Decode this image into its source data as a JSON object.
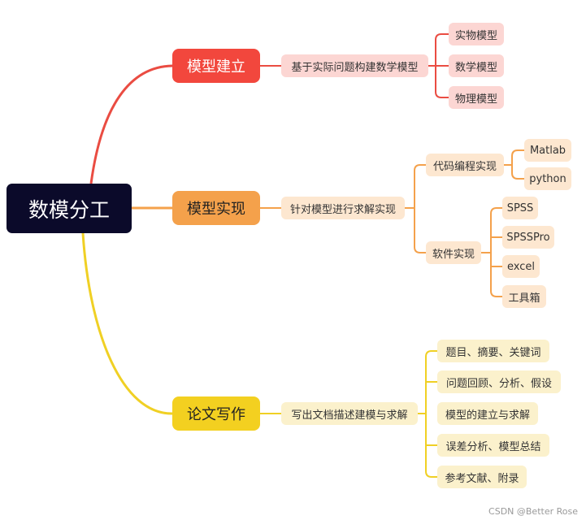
{
  "root": {
    "label": "数模分工"
  },
  "branches": [
    {
      "label": "模型建立",
      "detail": "基于实际问题构建数学模型",
      "children": [
        "实物模型",
        "数学模型",
        "物理模型"
      ]
    },
    {
      "label": "模型实现",
      "detail": "针对模型进行求解实现",
      "groups": [
        {
          "label": "代码编程实现",
          "children": [
            "Matlab",
            "python"
          ]
        },
        {
          "label": "软件实现",
          "children": [
            "SPSS",
            "SPSSPro",
            "excel",
            "工具箱"
          ]
        }
      ]
    },
    {
      "label": "论文写作",
      "detail": "写出文档描述建模与求解",
      "children": [
        "题目、摘要、关键词",
        "问题回顾、分析、假设",
        "模型的建立与求解",
        "误差分析、模型总结",
        "参考文献、附录"
      ]
    }
  ],
  "colors": {
    "red": "#f2473d",
    "orange": "#f4a14b",
    "yellow": "#f3d020",
    "root": "#0b0a2a"
  },
  "watermark": "CSDN @Better Rose"
}
